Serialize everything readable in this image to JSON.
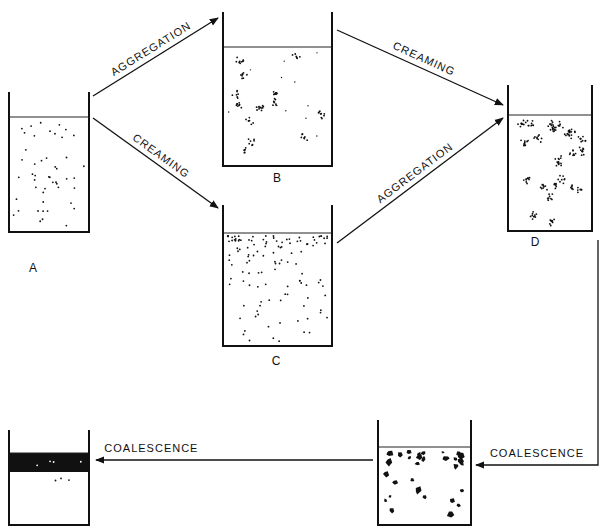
{
  "diagram": {
    "nodes": [
      {
        "text": [
          "A"
        ]
      },
      {
        "text": [
          "B"
        ]
      },
      {
        "text": [
          "C"
        ]
      },
      {
        "text": [
          "D"
        ]
      },
      {
        "text": []
      },
      {
        "text": []
      }
    ],
    "edges": [
      {
        "from": 0,
        "to": 1,
        "arrow": "to",
        "label": "AGGREGATION"
      },
      {
        "from": 0,
        "to": 2,
        "arrow": "to",
        "label": "CREAMING"
      },
      {
        "from": 1,
        "to": 3,
        "arrow": "to",
        "label": "CREAMING"
      },
      {
        "from": 2,
        "to": 3,
        "arrow": "to",
        "label": "AGGREGATION"
      },
      {
        "from": 3,
        "to": 4,
        "arrow": "to",
        "label": "COALESCENCE"
      },
      {
        "from": 4,
        "to": 5,
        "arrow": "to",
        "label": "COALESCENCE"
      }
    ]
  }
}
